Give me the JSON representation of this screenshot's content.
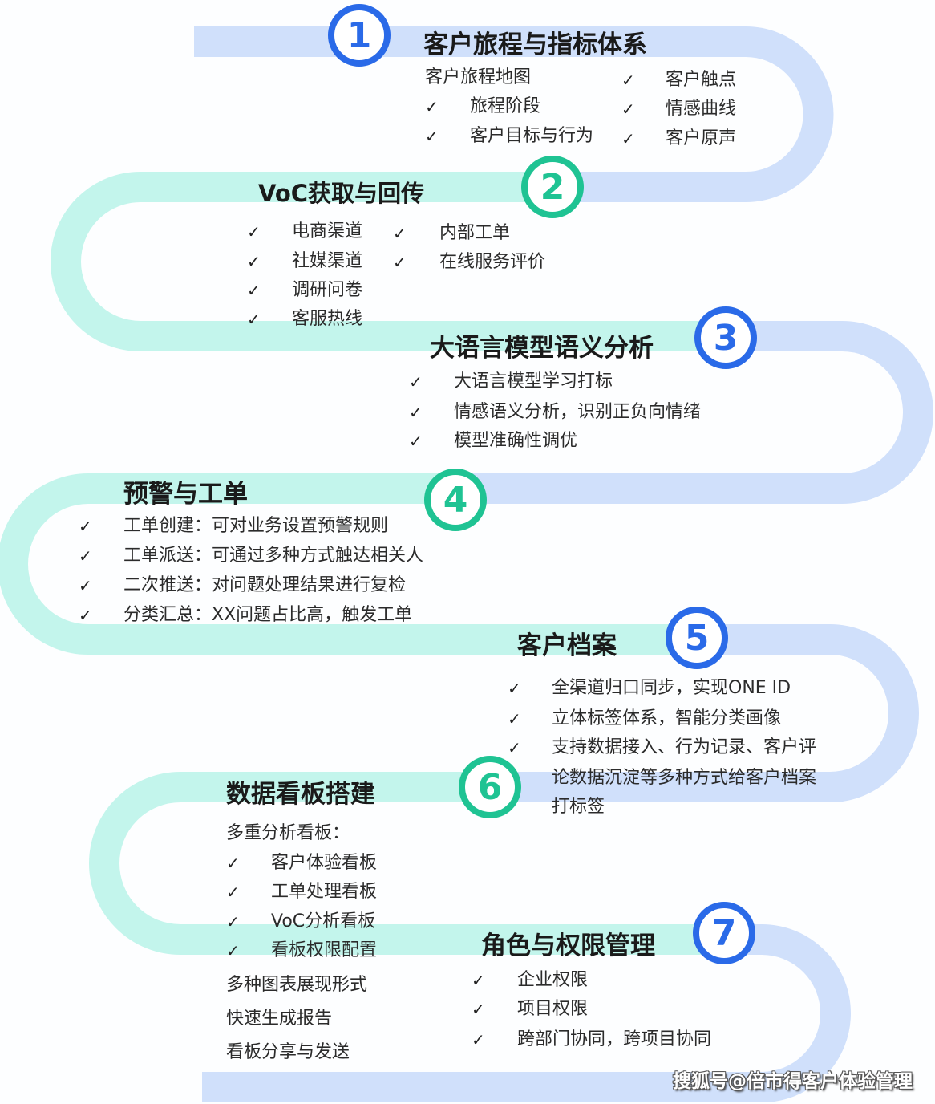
{
  "colors": {
    "band_blue": "#d0e0fb",
    "band_teal": "#c3f5ec",
    "badge_blue": "#2a6ae8",
    "badge_teal": "#1fc393"
  },
  "steps": [
    {
      "number": "1",
      "title": "客户旅程与指标体系",
      "subheading": "客户旅程地图",
      "items_left": [
        "旅程阶段",
        "客户目标与行为"
      ],
      "items_right": [
        "客户触点",
        "情感曲线",
        "客户原声"
      ]
    },
    {
      "number": "2",
      "title": "VoC获取与回传",
      "items_left": [
        "电商渠道",
        "社媒渠道",
        "调研问卷",
        "客服热线"
      ],
      "items_right": [
        "内部工单",
        "在线服务评价"
      ]
    },
    {
      "number": "3",
      "title": "大语言模型语义分析",
      "items": [
        "大语言模型学习打标",
        "情感语义分析，识别正负向情绪",
        "模型准确性调优"
      ]
    },
    {
      "number": "4",
      "title": "预警与工单",
      "items": [
        "工单创建：可对业务设置预警规则",
        "工单派送：可通过多种方式触达相关人",
        "二次推送：对问题处理结果进行复检",
        "分类汇总：XX问题占比高，触发工单"
      ]
    },
    {
      "number": "5",
      "title": "客户档案",
      "items": [
        "全渠道归口同步，实现ONE ID",
        "立体标签体系，智能分类画像",
        "支持数据接入、行为记录、客户评"
      ],
      "continuation": [
        "论数据沉淀等多种方式给客户档案",
        "打标签"
      ]
    },
    {
      "number": "6",
      "title": "数据看板搭建",
      "subheading": "多重分析看板：",
      "items": [
        "客户体验看板",
        "工单处理看板",
        "VoC分析看板",
        "看板权限配置"
      ],
      "extras": [
        "多种图表展现形式",
        "快速生成报告",
        "看板分享与发送"
      ]
    },
    {
      "number": "7",
      "title": "角色与权限管理",
      "items": [
        "企业权限",
        "项目权限",
        "跨部门协同，跨项目协同"
      ]
    }
  ],
  "check_glyph": "✓",
  "watermark": "搜狐号@倍市得客户体验管理"
}
